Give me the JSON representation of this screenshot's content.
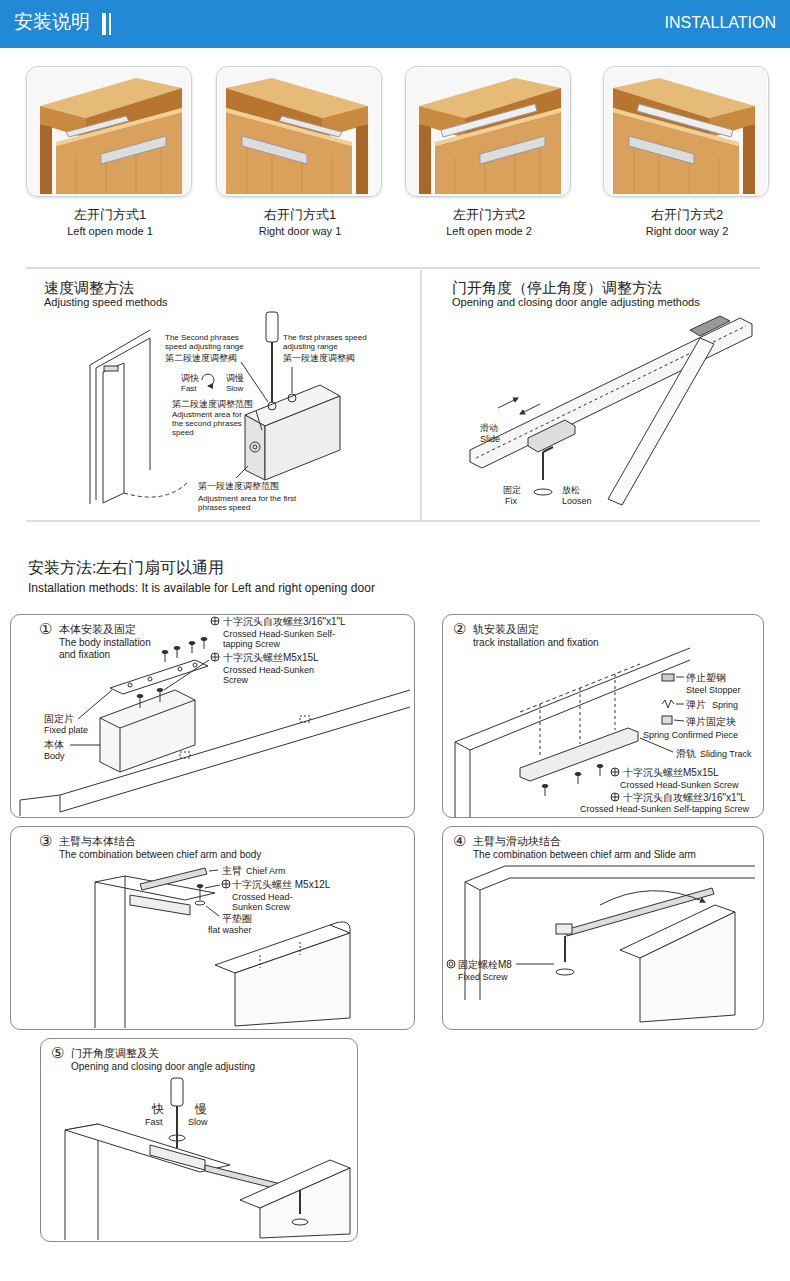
{
  "diagram": {
    "nodes": [
      {
        "text": [
          "安装说明",
          "INSTALLATION"
        ]
      },
      {
        "text": [
          "左开门方式1",
          "Left open mode 1"
        ]
      },
      {
        "text": [
          "右开门方式1",
          "Right door way 1"
        ]
      },
      {
        "text": [
          "左开门方式2",
          "Left open mode 2"
        ]
      },
      {
        "text": [
          "右开门方式2",
          "Right door way 2"
        ]
      },
      {
        "text": [
          "①",
          "本体安装及固定",
          "The body installation and fixation"
        ]
      },
      {
        "text": [
          "②",
          "轨安装及固定",
          "track installation and fixation"
        ]
      },
      {
        "text": [
          "③",
          "主臂与本体结合",
          "The combination between chief arm and body"
        ]
      },
      {
        "text": [
          "④",
          "主臂与滑动块结合",
          "The combination between chief arm and Slide arm"
        ]
      },
      {
        "text": [
          "⑤",
          "门开角度调整及关",
          "Opening and closing door angle adjusting"
        ]
      }
    ],
    "labels": [
      "速度调整方法",
      "Adjusting speed methods",
      "The Second phrases speed adjusting range",
      "第二段速度调整阀",
      "The first phrases speed adjusting range",
      "第一段速度调整阀",
      "调快",
      "Fast",
      "调慢",
      "Slow",
      "第二段速度调整范围",
      "Adjustment area for the second phrases speed",
      "第一段速度调整范围",
      "Adjustment area for the first phrases speed",
      "门开角度（停止角度）调整方法",
      "Opening and closing door angle adjusting methods",
      "滑动",
      "Slide",
      "固定",
      "Fix",
      "放松",
      "Loosen",
      "安装方法:左右门扇可以通用",
      "Installation methods: It is available for Left and right opening door",
      "十字沉头自攻螺丝3/16\"x1\"L",
      "Crossed Head-Sunken Self-tapping Screw",
      "十字沉头螺丝M5x15L",
      "Crossed Head-Sunken Screw",
      "固定片",
      "Fixed plate",
      "本体",
      "Body",
      "停止塑钢",
      "Steel Stopper",
      "弹片",
      "Spring",
      "弹片固定块",
      "Spring Confirmed Piece",
      "滑轨",
      "Sliding Track",
      "十字沉头螺丝M5x15L",
      "Crossed Head-Sunken Screw",
      "十字沉头自攻螺丝3/16\"x1\"L",
      "Crossed Head-Sunken Self-tapping Screw",
      "主臂",
      "Chief Arm",
      "十字沉头螺丝 M5x12L",
      "Crossed Head-Sunken Screw",
      "平垫圈",
      "flat washer",
      "固定螺栓M8",
      "Fixed Screw",
      "快",
      "Fast",
      "慢",
      "Slow"
    ]
  }
}
